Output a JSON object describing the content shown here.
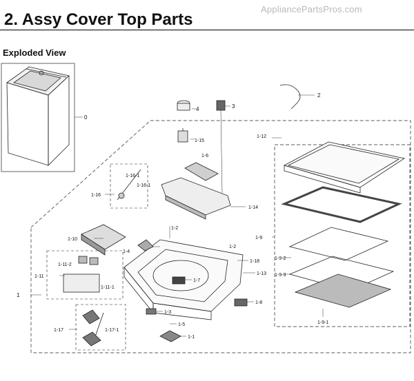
{
  "watermark": "AppliancePartsPros.com",
  "section": {
    "title": "2.  Assy Cover Top Parts",
    "subtitle": "Exploded View"
  },
  "labels": {
    "p0": "0",
    "p1": "1",
    "p2": "2",
    "p3": "3",
    "p4": "4",
    "p1_1": "1-1",
    "p1_2a": "1-2",
    "p1_2b": "1-2",
    "p1_3": "1-3",
    "p1_4": "1-4",
    "p1_5": "1-5",
    "p1_6": "1-6",
    "p1_7": "1-7",
    "p1_8": "1-8",
    "p1_9": "1-9",
    "p1_9_1": "1-9-1",
    "p1_9_2": "1-9-2",
    "p1_9_3": "1-9-3",
    "p1_10": "1-10",
    "p1_11": "1-11",
    "p1_11_1": "1-11-1",
    "p1_11_2": "1-11-2",
    "p1_12": "1-12",
    "p1_13": "1-13",
    "p1_14": "1-14",
    "p1_15": "1-15",
    "p1_16": "1-16",
    "p1_16_1a": "1-16-1",
    "p1_16_1b": "1-16-1",
    "p1_17": "1-17",
    "p1_17_1": "1-17-1",
    "p1_18": "1-18"
  }
}
